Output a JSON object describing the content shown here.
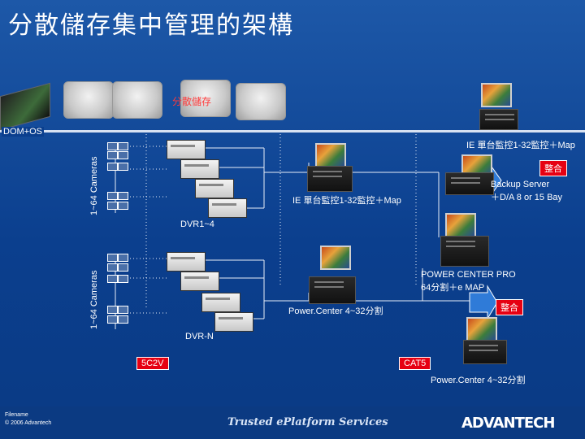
{
  "title": "分散儲存集中管理的架構",
  "labels": {
    "dom_os": "DOM+OS",
    "cameras_top": "1~64 Cameras",
    "cameras_bottom": "1~64 Cameras",
    "dvr1": "DVR1~4",
    "dvrn": "DVR-N",
    "ie_top": "IE 單台監控1-32監控＋Map",
    "ie_mid": "IE 單台監控1-32監控＋Map",
    "backup_line1": "Backup Server",
    "backup_line2": "＋D/A 8 or 15 Bay",
    "power_pro_line1": "POWER CENTER  PRO",
    "power_pro_line2": "64分割＋e MAP",
    "power_center_mid": "Power.Center 4~32分割",
    "power_center_bottom": "Power.Center 4~32分割",
    "integrate_top": "整合",
    "integrate_mid": "整合",
    "cable_5c2v": "5C2V",
    "cable_cat5": "CAT5",
    "hdd_overlay": "分散儲存"
  },
  "footer": {
    "filename": "Filename",
    "copyright": "© 2006 Advantech",
    "slogan": "Trusted ePlatform Services",
    "logo": "ADVANTECH"
  },
  "colors": {
    "background": "#0b3f8e",
    "accent_red": "#e60012",
    "line": "#d8e2f2"
  }
}
